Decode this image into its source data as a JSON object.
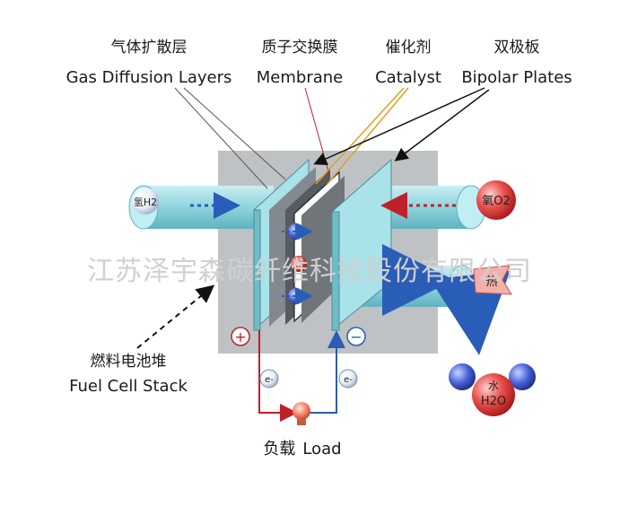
{
  "labels": {
    "gdl": {
      "zh": "气体扩散层",
      "en": "Gas Diffusion Layers"
    },
    "membrane": {
      "zh": "质子交换膜",
      "en": "Membrane"
    },
    "catalyst": {
      "zh": "催化剂",
      "en": "Catalyst"
    },
    "bipolar": {
      "zh": "双极板",
      "en": "Bipolar Plates"
    },
    "stack": {
      "zh": "燃料电池堆",
      "en": "Fuel Cell Stack"
    },
    "load": {
      "zh": "负载",
      "en": "Load"
    }
  },
  "species": {
    "h2": {
      "zh": "氢",
      "formula": "H2"
    },
    "o2": {
      "zh": "氧",
      "formula": "O2"
    },
    "heat": "热",
    "water": {
      "zh": "水",
      "formula": "H2O"
    },
    "electron": "e-",
    "positive": "+",
    "negative": "−"
  },
  "watermark": "江苏泽宇森碳纤维科技股份有限公司",
  "colors": {
    "box": "#b9bcbf",
    "tube": "#9fdbe3",
    "h2_ball": "#e8f0ff",
    "o2_ball": "#e24a4a",
    "red_wire": "#c0202a",
    "blue_wire": "#2a5db8",
    "catalyst_line": "#e0a020"
  }
}
